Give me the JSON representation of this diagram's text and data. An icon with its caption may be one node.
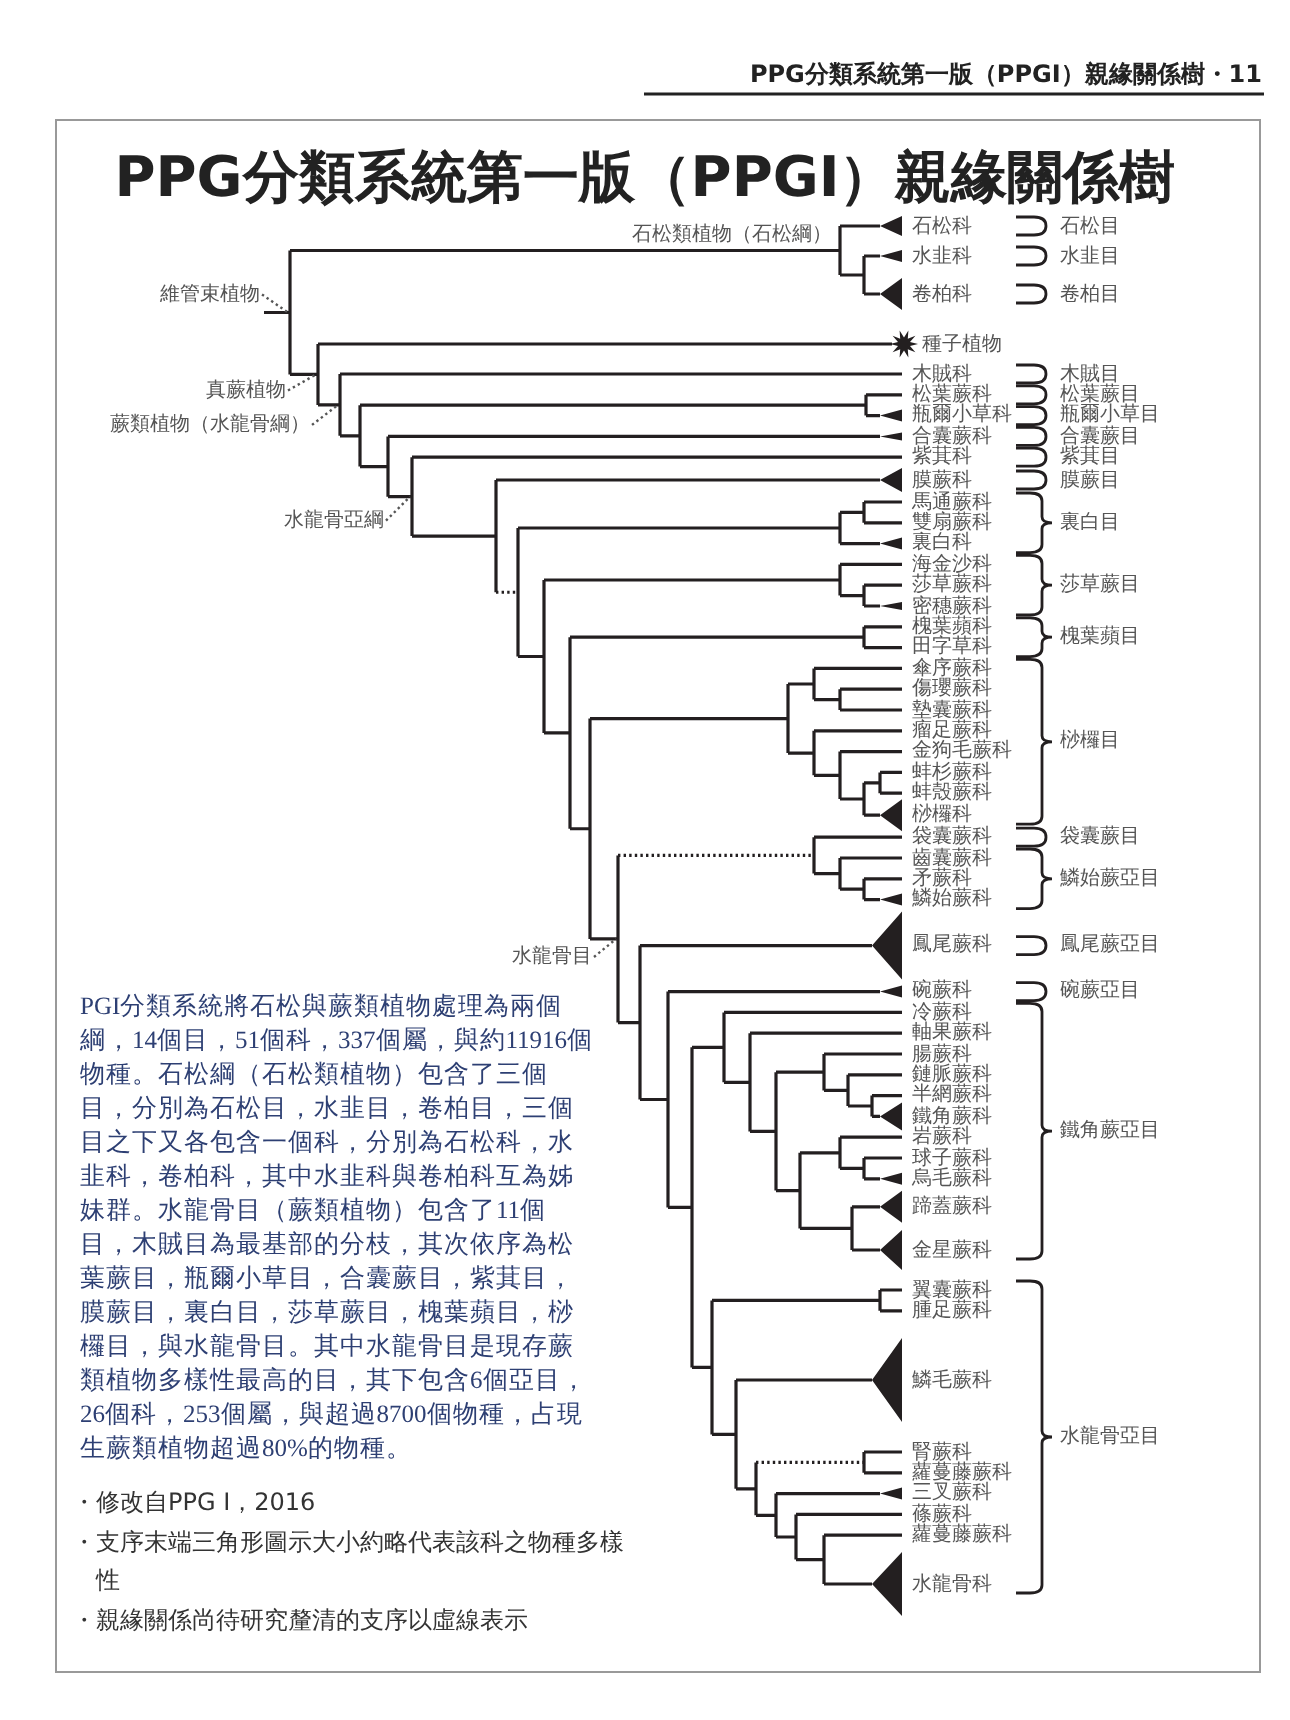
{
  "diagram": {
    "title": "PPG分類系統第一版（PPGI）親緣關係樹",
    "nodes": [
      {
        "text": [
          "維管束植物"
        ]
      },
      {
        "text": [
          "真蕨植物"
        ]
      },
      {
        "text": [
          "蕨類植物（水龍骨綱）"
        ]
      },
      {
        "text": [
          "水龍骨亞綱"
        ]
      },
      {
        "text": [
          "水龍骨目"
        ]
      }
    ],
    "edges": [
      {
        "from": 0,
        "to": null,
        "arrow": "none",
        "style": "dashed"
      },
      {
        "from": 1,
        "to": null,
        "arrow": "none",
        "style": "dashed"
      },
      {
        "from": 2,
        "to": null,
        "arrow": "none",
        "style": "dashed"
      },
      {
        "from": 3,
        "to": null,
        "arrow": "none",
        "style": "dashed"
      },
      {
        "from": 4,
        "to": null,
        "arrow": "none",
        "style": "dashed"
      }
    ],
    "labels": [
      "PPG分類系統第一版（PPGI）親緣關係樹・11",
      "石松類植物（石松綱）",
      "石松科",
      "水韭科",
      "卷柏科",
      "種子植物",
      "木賊科",
      "松葉蕨科",
      "瓶爾小草科",
      "合囊蕨科",
      "紫萁科",
      "膜蕨科",
      "馬通蕨科",
      "雙扇蕨科",
      "裏白科",
      "海金沙科",
      "莎草蕨科",
      "密穗蕨科",
      "槐葉蘋科",
      "田字草科",
      "傘序蕨科",
      "傷瓔蕨科",
      "墊囊蕨科",
      "瘤足蕨科",
      "金狗毛蕨科",
      "蚌杉蕨科",
      "蚌殼蕨科",
      "桫欏科",
      "袋囊蕨科",
      "齒囊蕨科",
      "矛蕨科",
      "鱗始蕨科",
      "鳳尾蕨科",
      "碗蕨科",
      "冷蕨科",
      "軸果蕨科",
      "腸蕨科",
      "鏈脈蕨科",
      "半網蕨科",
      "鐵角蕨科",
      "岩蕨科",
      "球子蕨科",
      "烏毛蕨科",
      "蹄蓋蕨科",
      "金星蕨科",
      "翼囊蕨科",
      "腫足蕨科",
      "鱗毛蕨科",
      "腎蕨科",
      "蘿蔓藤蕨科",
      "三叉蕨科",
      "蓧蕨科",
      "蘿蔓藤蕨科",
      "水龍骨科",
      "石松目",
      "水韭目",
      "卷柏目",
      "木賊目",
      "松葉蕨目",
      "瓶爾小草目",
      "合囊蕨目",
      "紫萁目",
      "膜蕨目",
      "裏白目",
      "莎草蕨目",
      "槐葉蘋目",
      "桫欏目",
      "袋囊蕨目",
      "鱗始蕨亞目",
      "鳳尾蕨亞目",
      "碗蕨亞目",
      "鐵角蕨亞目",
      "水龍骨亞目",
      "PGI分類系統將石松與蕨類植物處理為兩個綱，14個目，51個科，337個屬，與約11916個物種。石松綱（石松類植物）包含了三個目，分別為石松目，水韭目，卷柏目，三個目之下又各包含一個科，分別為石松科，水韭科，卷柏科，其中水韭科與卷柏科互為姊妹群。水龍骨目（蕨類植物）包含了11個目，木賊目為最基部的分枝，其次依序為松葉蕨目，瓶爾小草目，合囊蕨目，紫萁目，膜蕨目，裏白目，莎草蕨目，槐葉蘋目，桫欏目，與水龍骨目。其中水龍骨目是現存蕨類植物多樣性最高的目，其下包含6個亞目，26個科，253個屬，與超過8700個物種，占現生蕨類植物超過80%的物種。",
      "・修改自PPG I，2016",
      "・支序末端三角形圖示大小約略代表該科之物種多樣性",
      "・親緣關係尚待研究釐清的支序以虛線表示"
    ]
  }
}
